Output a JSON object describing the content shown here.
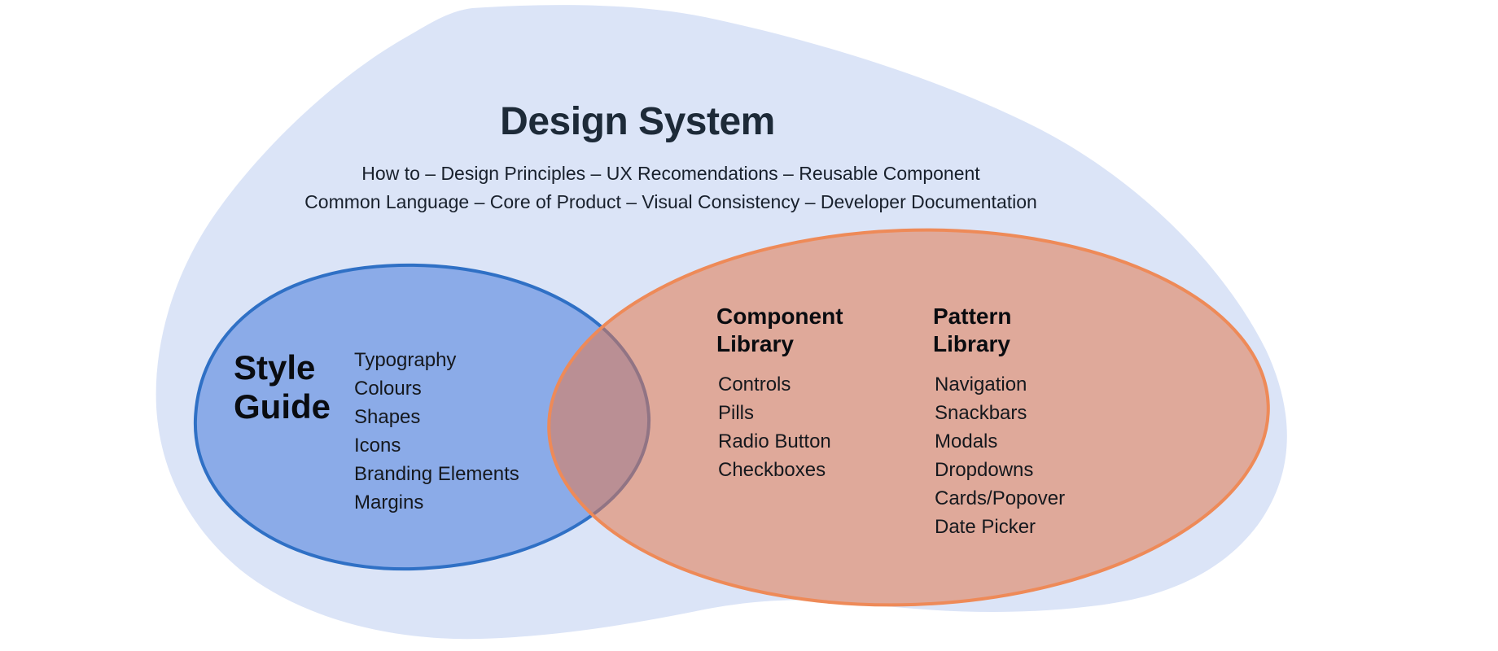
{
  "diagram": {
    "title": "Design System",
    "subtitle_line1": "How to – Design Principles – UX Recomendations – Reusable Component",
    "subtitle_line2": "Common Language – Core of Product – Visual Consistency – Developer Documentation",
    "style_guide": {
      "heading": "Style\nGuide",
      "items": [
        "Typography",
        "Colours",
        "Shapes",
        "Icons",
        "Branding Elements",
        "Margins"
      ]
    },
    "component_library": {
      "heading": "Component\nLibrary",
      "items": [
        "Controls",
        "Pills",
        "Radio Button",
        "Checkboxes"
      ]
    },
    "pattern_library": {
      "heading": "Pattern\nLibrary",
      "items": [
        "Navigation",
        "Snackbars",
        "Modals",
        "Dropdowns",
        "Cards/Popover",
        "Date Picker"
      ]
    }
  },
  "colors": {
    "background": "#ffffff",
    "blob_fill": "#dbe4f7",
    "style_guide_fill": "#8babe8",
    "style_guide_stroke": "#2f70c5",
    "libraries_fill": "#e2794e",
    "libraries_stroke": "#ee8a58",
    "title_text": "#1d2a38",
    "body_text": "#15181d"
  }
}
